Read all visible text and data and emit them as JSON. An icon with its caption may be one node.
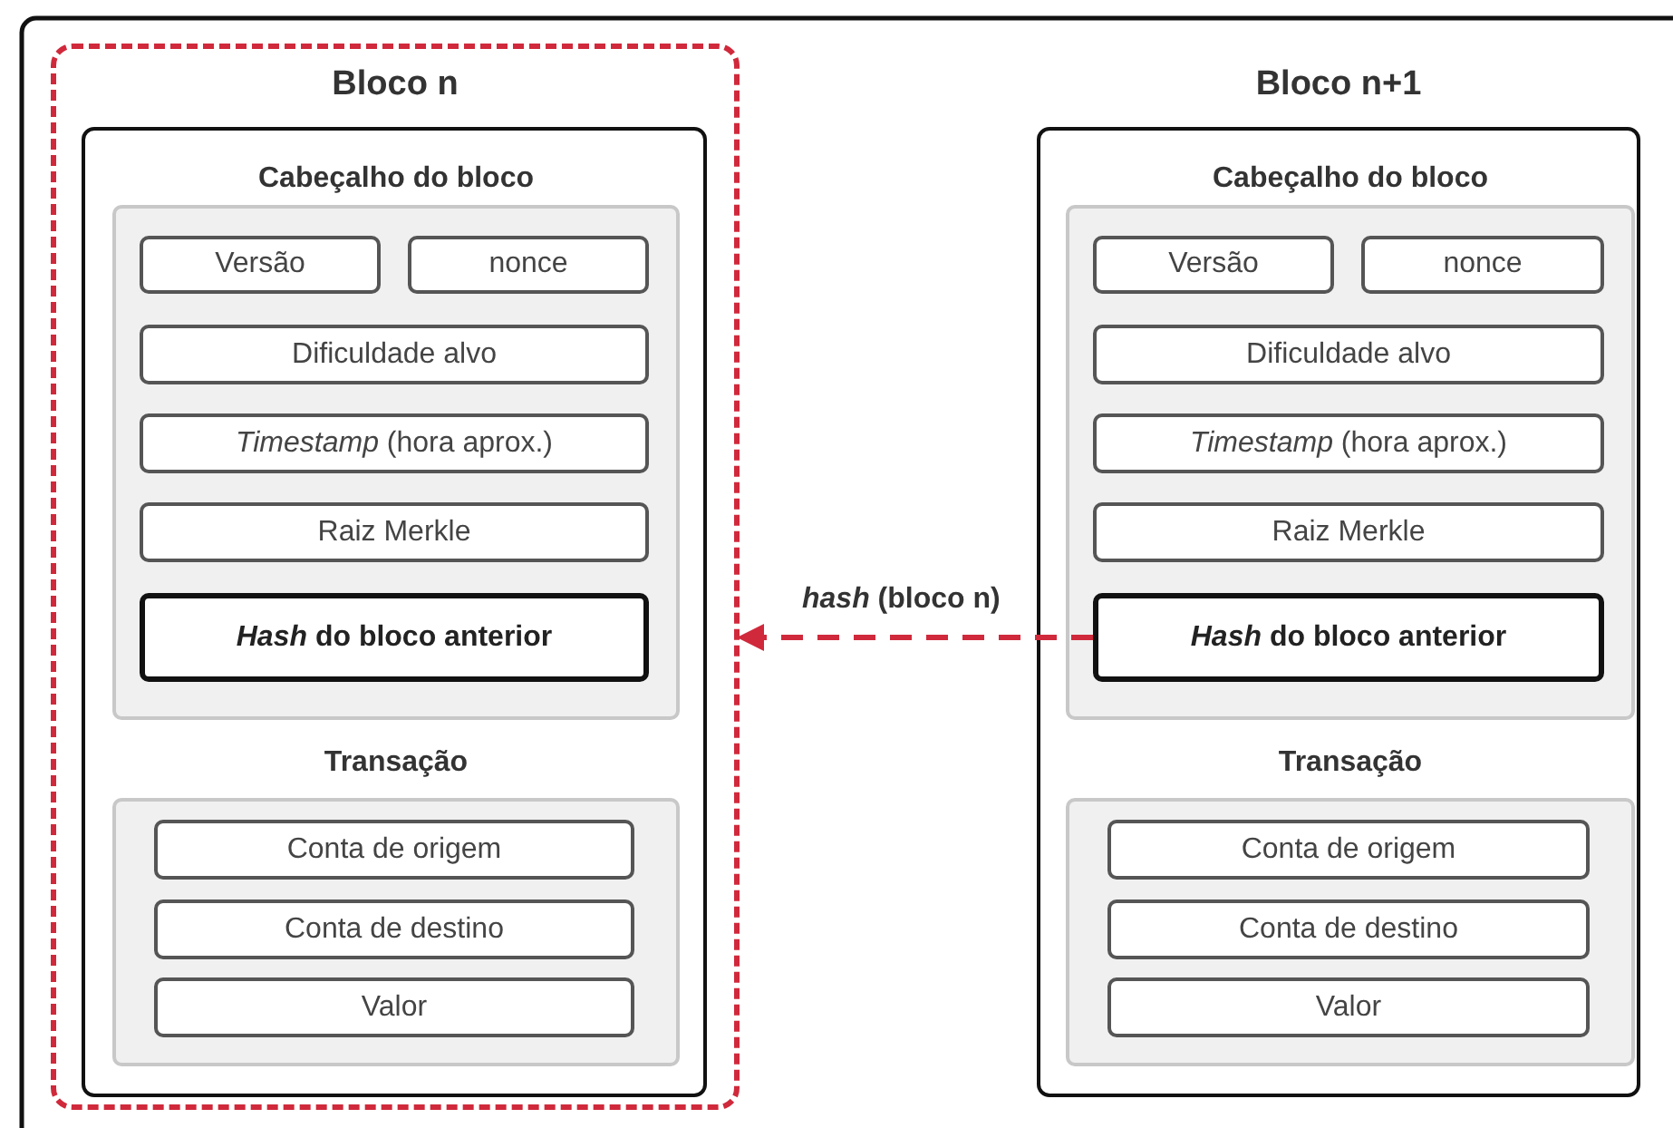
{
  "diagram": {
    "nodes": [
      {
        "text": [
          "Bloco n"
        ]
      },
      {
        "text": [],
        "shape": "box",
        "in": 0
      },
      {
        "text": [
          "Cabeçalho do bloco"
        ],
        "in": 1
      },
      {
        "text": [
          "Versão"
        ],
        "in": 2
      },
      {
        "text": [
          "nonce"
        ],
        "in": 2
      },
      {
        "text": [
          "Dificuldade alvo"
        ],
        "in": 2
      },
      {
        "text": [
          "*Timestamp* (hora aprox.)"
        ],
        "in": 2
      },
      {
        "text": [
          "Raiz Merkle"
        ],
        "in": 2
      },
      {
        "text": [
          "*Hash* do bloco anterior"
        ],
        "in": 2
      },
      {
        "text": [
          "Transação"
        ],
        "in": 1
      },
      {
        "text": [
          "Conta de origem"
        ],
        "in": 9
      },
      {
        "text": [
          "Conta de destino"
        ],
        "in": 9
      },
      {
        "text": [
          "Valor"
        ],
        "in": 9
      },
      {
        "text": [
          "Bloco n+1"
        ]
      },
      {
        "text": [
          "Cabeçalho do bloco"
        ],
        "in": 13
      },
      {
        "text": [
          "Versão"
        ],
        "in": 14
      },
      {
        "text": [
          "nonce"
        ],
        "in": 14
      },
      {
        "text": [
          "Dificuldade alvo"
        ],
        "in": 14
      },
      {
        "text": [
          "*Timestamp* (hora aprox.)"
        ],
        "in": 14
      },
      {
        "text": [
          "Raiz Merkle"
        ],
        "in": 14
      },
      {
        "text": [
          "*Hash* do bloco anterior"
        ],
        "in": 14
      },
      {
        "text": [
          "Transação"
        ],
        "in": 13
      },
      {
        "text": [
          "Conta de origem"
        ],
        "in": 21
      },
      {
        "text": [
          "Conta de destino"
        ],
        "in": 21
      },
      {
        "text": [
          "Valor"
        ],
        "in": 21
      }
    ],
    "edges": [
      {
        "from": 20,
        "to": 0,
        "arrow": "to",
        "label": "*hash* (bloco n)",
        "style": "dashed",
        "color": "#d0293b"
      }
    ]
  }
}
